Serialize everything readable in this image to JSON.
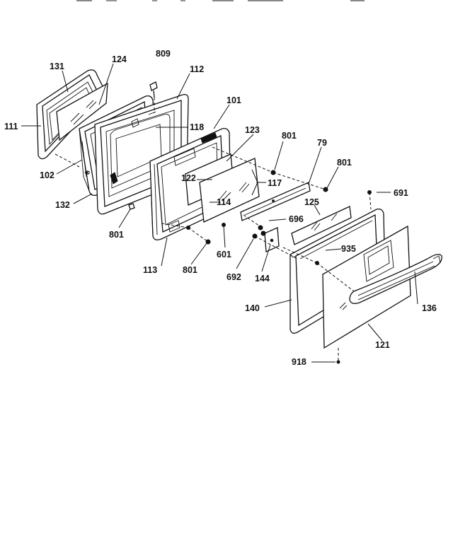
{
  "diagram": {
    "parts": [
      {
        "id": "131",
        "label": "131"
      },
      {
        "id": "124",
        "label": "124"
      },
      {
        "id": "809",
        "label": "809"
      },
      {
        "id": "112",
        "label": "112"
      },
      {
        "id": "111",
        "label": "111"
      },
      {
        "id": "118",
        "label": "118"
      },
      {
        "id": "101",
        "label": "101"
      },
      {
        "id": "123",
        "label": "123"
      },
      {
        "id": "801a",
        "label": "801"
      },
      {
        "id": "79",
        "label": "79"
      },
      {
        "id": "801b",
        "label": "801"
      },
      {
        "id": "102",
        "label": "102"
      },
      {
        "id": "122",
        "label": "122"
      },
      {
        "id": "117",
        "label": "117"
      },
      {
        "id": "691",
        "label": "691"
      },
      {
        "id": "114",
        "label": "114"
      },
      {
        "id": "132",
        "label": "132"
      },
      {
        "id": "125",
        "label": "125"
      },
      {
        "id": "696",
        "label": "696"
      },
      {
        "id": "801c",
        "label": "801"
      },
      {
        "id": "601",
        "label": "601"
      },
      {
        "id": "935",
        "label": "935"
      },
      {
        "id": "113",
        "label": "113"
      },
      {
        "id": "801d",
        "label": "801"
      },
      {
        "id": "692",
        "label": "692"
      },
      {
        "id": "144",
        "label": "144"
      },
      {
        "id": "136",
        "label": "136"
      },
      {
        "id": "140",
        "label": "140"
      },
      {
        "id": "121",
        "label": "121"
      },
      {
        "id": "918",
        "label": "918"
      }
    ]
  }
}
